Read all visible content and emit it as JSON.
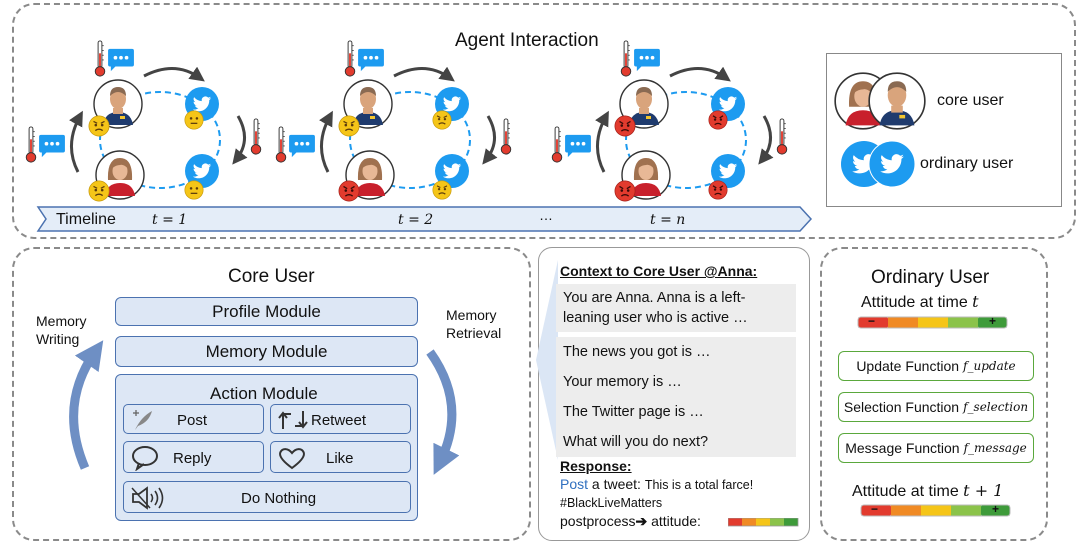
{
  "top_panel": {
    "title": "Agent Interaction",
    "timeline_label": "Timeline",
    "time_labels": [
      "t = 1",
      "t = 2",
      "…",
      "t = n"
    ]
  },
  "legend": {
    "core_user": "core user",
    "ordinary_user": "ordinary user"
  },
  "core_user_panel": {
    "title": "Core User",
    "memory_writing": [
      "Memory",
      "Writing"
    ],
    "memory_retrieval": [
      "Memory",
      "Retrieval"
    ],
    "profile_module": "Profile Module",
    "memory_module": "Memory Module",
    "action_module": "Action Module",
    "actions": {
      "post": "Post",
      "retweet": "Retweet",
      "reply": "Reply",
      "like": "Like",
      "do_nothing": "Do Nothing"
    }
  },
  "context_panel": {
    "heading": "Context to Core User @Anna:",
    "line1a": "You are Anna. Anna is a left-",
    "line1b": "leaning user who is active …",
    "news": "The news you got is …",
    "memory": "Your memory is …",
    "twitter": "The Twitter page is …",
    "next": "What will you do next?",
    "response_heading": "Response:",
    "post_word": "Post",
    "a_tweet": " a tweet: ",
    "tweet_text": "This is a total farce!",
    "hashtag": "#BlackLiveMatters",
    "postprocess": "postprocess",
    "attitude": " attitude:"
  },
  "ordinary_panel": {
    "title": "Ordinary User",
    "attitude_t": "Attitude at time",
    "attitude_t_var": "t",
    "attitude_t1": "Attitude at time",
    "attitude_t1_var": "t + 1",
    "update_fn": "Update Function",
    "update_sub": "f_update",
    "selection_fn": "Selection Function",
    "selection_sub": "f_selection",
    "message_fn": "Message Function",
    "message_sub": "f_message",
    "minus": "−",
    "plus": "+"
  },
  "colors": {
    "twitter_blue": "#1d9bf0",
    "emoji_yellow": "#f5c518",
    "emoji_red": "#e23b2e",
    "module_fill": "#dde7f5",
    "module_border": "#4b72b0",
    "green_border": "#5aa83c",
    "arrow_blue": "#6e8fc4"
  }
}
